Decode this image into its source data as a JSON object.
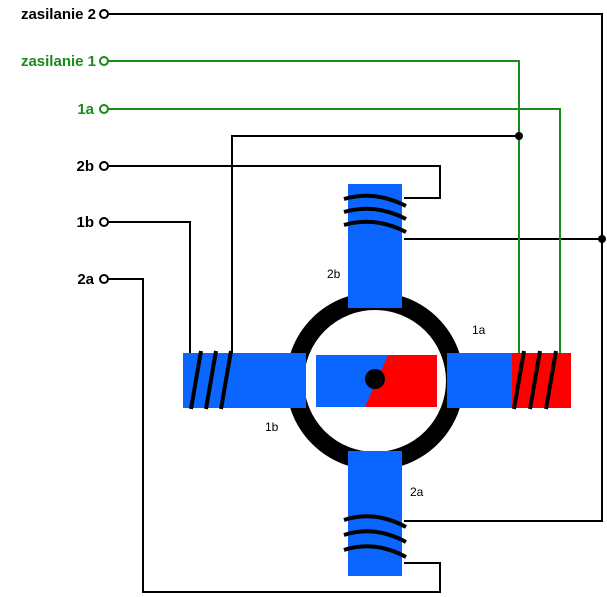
{
  "terminals": {
    "zasilanie2": "zasilanie 2",
    "zasilanie1": "zasilanie 1",
    "t1a": "1a",
    "t2b": "2b",
    "t1b": "1b",
    "t2a": "2a"
  },
  "poles": {
    "top": "2b",
    "right": "1a",
    "left": "1b",
    "bottom": "2a"
  },
  "colors": {
    "wire_black": "#000000",
    "wire_green": "#1a8a1a",
    "pole_blue": "#0a66ff",
    "pole_red": "#ff0000",
    "ring": "#000000"
  }
}
